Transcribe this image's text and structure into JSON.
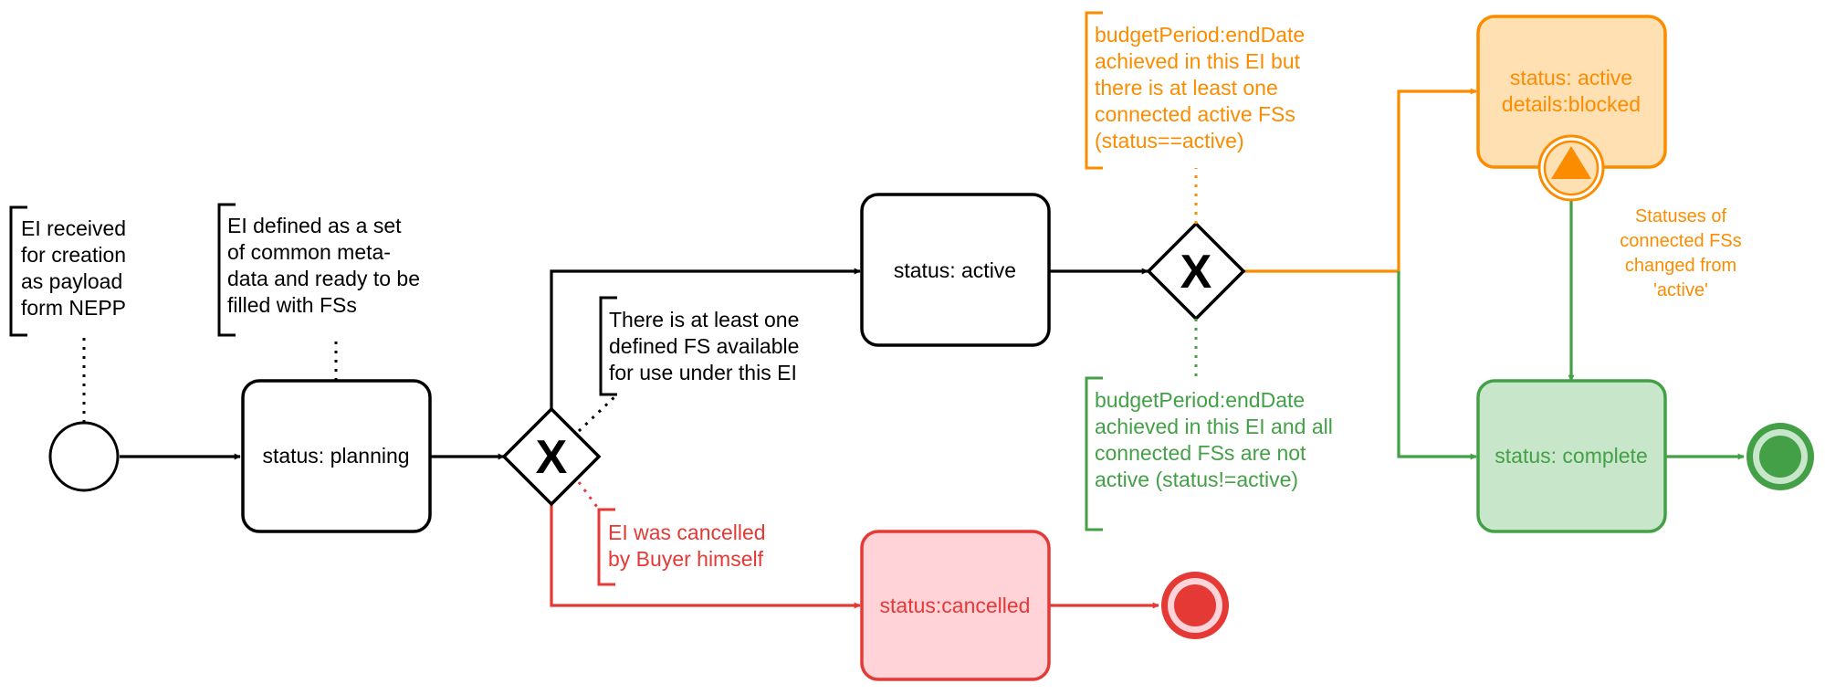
{
  "colors": {
    "black": "#000000",
    "red": "#e53935",
    "red_fill": "#ffd3d8",
    "orange": "#fb8c00",
    "orange_fill": "#ffe0b2",
    "green": "#43a047",
    "green_fill": "#c8e6c9"
  },
  "tasks": {
    "planning": "status: planning",
    "active": "status: active",
    "cancelled": "status:cancelled",
    "blocked_line1": "status: active",
    "blocked_line2": "details:blocked",
    "complete": "status: complete"
  },
  "gateways": {
    "first_marker": "X",
    "second_marker": "X"
  },
  "annotations": {
    "received": [
      "EI received",
      "for creation",
      "as payload",
      "form NEPP"
    ],
    "defined": [
      "EI defined as a set",
      "of common meta-",
      "data and ready to be",
      "filled with FSs"
    ],
    "fs_available": [
      "There is at least one",
      "defined FS available",
      "for use under this EI"
    ],
    "cancelled_by_buyer": [
      "EI was cancelled",
      "by Buyer himself"
    ],
    "end_date_active": [
      "budgetPeriod:endDate",
      "achieved in this EI but",
      "there is at least one",
      "connected active FSs",
      "(status==active)"
    ],
    "end_date_not_active": [
      "budgetPeriod:endDate",
      "achieved in this EI and all",
      "connected FSs are not",
      "active (status!=active)"
    ],
    "statuses_changed": [
      "Statuses of",
      "connected FSs",
      "changed from",
      "'active'"
    ]
  },
  "icons": {
    "start": "start-event-circle",
    "end": "end-event-circle",
    "escalation": "escalation-triangle-icon"
  }
}
